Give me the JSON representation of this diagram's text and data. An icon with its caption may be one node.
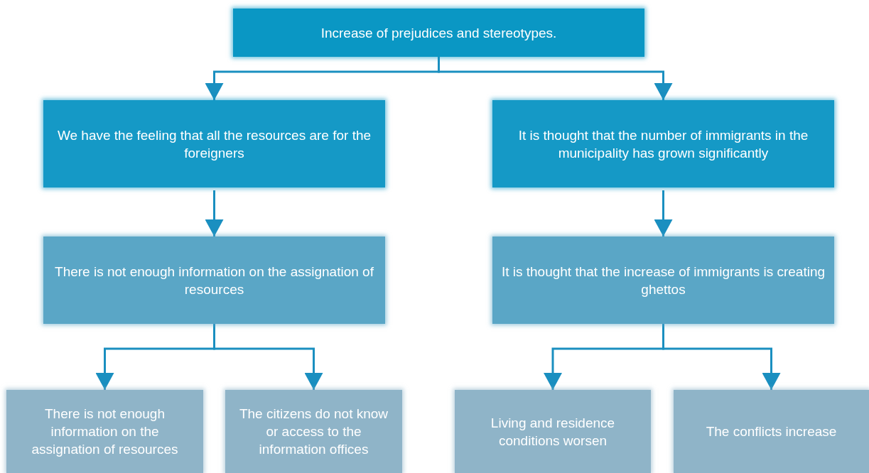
{
  "diagram": {
    "nodes": [
      {
        "text": [
          "Increase of prejudices and stereotypes."
        ]
      },
      {
        "text": [
          "We have the feeling that all the resources are for the foreigners"
        ]
      },
      {
        "text": [
          "It is thought that the number of immigrants in the municipality has grown significantly"
        ]
      },
      {
        "text": [
          "There is not enough information on the assignation of resources"
        ]
      },
      {
        "text": [
          "It is thought that the increase of immigrants is creating ghettos"
        ]
      },
      {
        "text": [
          "There is not enough information on the assignation of resources"
        ]
      },
      {
        "text": [
          "The citizens do not know or access to the information offices"
        ]
      },
      {
        "text": [
          "Living and residence conditions worsen"
        ]
      },
      {
        "text": [
          "The conflicts increase"
        ]
      }
    ],
    "edges": [
      {
        "from": 0,
        "to": 1,
        "arrow": "to"
      },
      {
        "from": 0,
        "to": 2,
        "arrow": "to"
      },
      {
        "from": 1,
        "to": 3,
        "arrow": "to"
      },
      {
        "from": 2,
        "to": 4,
        "arrow": "to"
      },
      {
        "from": 3,
        "to": 5,
        "arrow": "to"
      },
      {
        "from": 3,
        "to": 6,
        "arrow": "to"
      },
      {
        "from": 4,
        "to": 7,
        "arrow": "to"
      },
      {
        "from": 4,
        "to": 8,
        "arrow": "to"
      }
    ]
  }
}
